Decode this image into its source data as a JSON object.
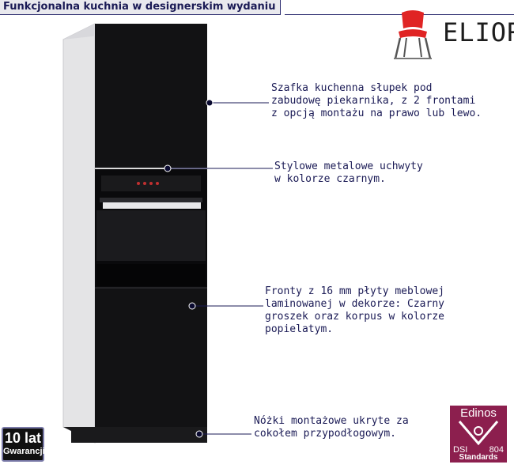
{
  "header": {
    "title": "Funkcjonalna kuchnia w designerskim wydaniu"
  },
  "brand": {
    "name": "ELIOR",
    "logo_icon": "chair-icon",
    "logo_color": "#e02424"
  },
  "callouts": [
    {
      "text": "Szafka kuchenna słupek pod\nzabudowę piekarnika, z 2 frontami\nz opcją montażu na prawo lub lewo."
    },
    {
      "text": "Stylowe metalowe uchwyty\nw kolorze czarnym."
    },
    {
      "text": "Fronty z 16 mm płyty meblowej\nlaminowanej w dekorze: Czarny\ngroszek oraz korpus w kolorze\npopielatym."
    },
    {
      "text": "Nóżki montażowe ukryte za\ncokołem przypodłogowym."
    }
  ],
  "badges": {
    "warranty": {
      "line1": "10 lat",
      "line2": "Gwarancji"
    },
    "edinos": {
      "name": "Edinos",
      "left": "DSI",
      "right": "804",
      "bottom": "Standards",
      "color": "#8c1f4e"
    }
  },
  "colors": {
    "accent": "#1a1a55",
    "cabinet_front": "#121214",
    "cabinet_side": "#e4e4e6"
  }
}
